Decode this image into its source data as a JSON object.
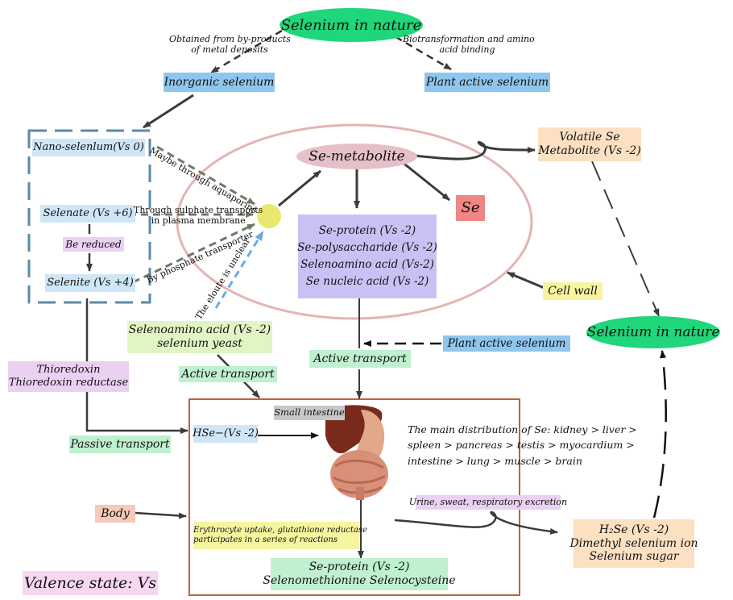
{
  "nature_top": "Selenium in nature",
  "by_products": [
    "Obtained from by-products",
    "of metal deposits"
  ],
  "biotransformation": [
    "Biotransformation and amino",
    "acid binding"
  ],
  "inorganic": "Inorganic selenium",
  "plant_active_top": "Plant active selenium",
  "nano": "Nano-selenlum(Vs 0)",
  "selenate": "Selenate (Vs +6)",
  "be_reduced": "Be reduced",
  "selenite": "Selenite (Vs +4)",
  "se_metabolite": "Se-metabolite",
  "se_red": "Se",
  "volatile": [
    "Volatile  Se",
    "Metabolite (Vs -2)"
  ],
  "se_forms": [
    "Se-protein (Vs  -2)",
    "Se-polysaccharide (Vs -2)",
    "Selenoamino acid (Vs-2)",
    "Se nucleic acid (Vs -2)"
  ],
  "cell_wall": "Cell wall",
  "aquaporins": "Maybe through aquaporins",
  "sulphate": [
    "Through sulphate  transports",
    "in plasma membrane"
  ],
  "phosphate": "By phosphate transporter",
  "unclear": "The eloute is unclear",
  "nature_right": "Selenium in nature",
  "plant_active_mid": "Plant active selenium",
  "selenoamino_yeast": [
    "Selenoamino acid (Vs -2)",
    "selenium yeast"
  ],
  "active_transport_left": "Active transport",
  "active_transport_mid": "Active transport",
  "thioredoxin": [
    "Thioredoxin",
    "Thioredoxin reductase"
  ],
  "passive": "Passive transport",
  "small_intestine": "Small intestine",
  "hse": "HSe−(Vs -2)",
  "distribution": [
    "The main distribution of Se: kidney > liver >",
    "spleen > pancreas > testis > myocardium >",
    "intestine > lung > muscle > brain"
  ],
  "excretion": "Urine, sweat, respiratory excretion",
  "body": "Body",
  "erythrocyte": [
    "Erythrocyte uptake, glutathione reductase",
    "participates in a series of reactions"
  ],
  "se_protein_bottom": [
    "Se-protein (Vs  -2)",
    "Selenomethionine Selenocysteine"
  ],
  "h2se": [
    "H₂Se (Vs -2)",
    "Dimethyl selenium ion",
    "Selenium sugar"
  ],
  "valence": "Valence state: Vs",
  "colors": {
    "green": "#1fd67a",
    "blue": "#8fc6ee",
    "light_blue": "#cfe6f7",
    "pink_ell": "#e6c0c8",
    "red": "#f08585",
    "peach": "#fbe0c2",
    "purple": "#c8c2f4",
    "yellow": "#f7f4a0",
    "lime": "#e0f5c4",
    "mint": "#bff0cf",
    "lavender": "#ead0f2",
    "salmon": "#f6c9b8",
    "gray": "#c7c7c7",
    "valence_bg": "#f7d6ef",
    "frame": "#c06040",
    "dash_box": "#5a8ba8"
  }
}
